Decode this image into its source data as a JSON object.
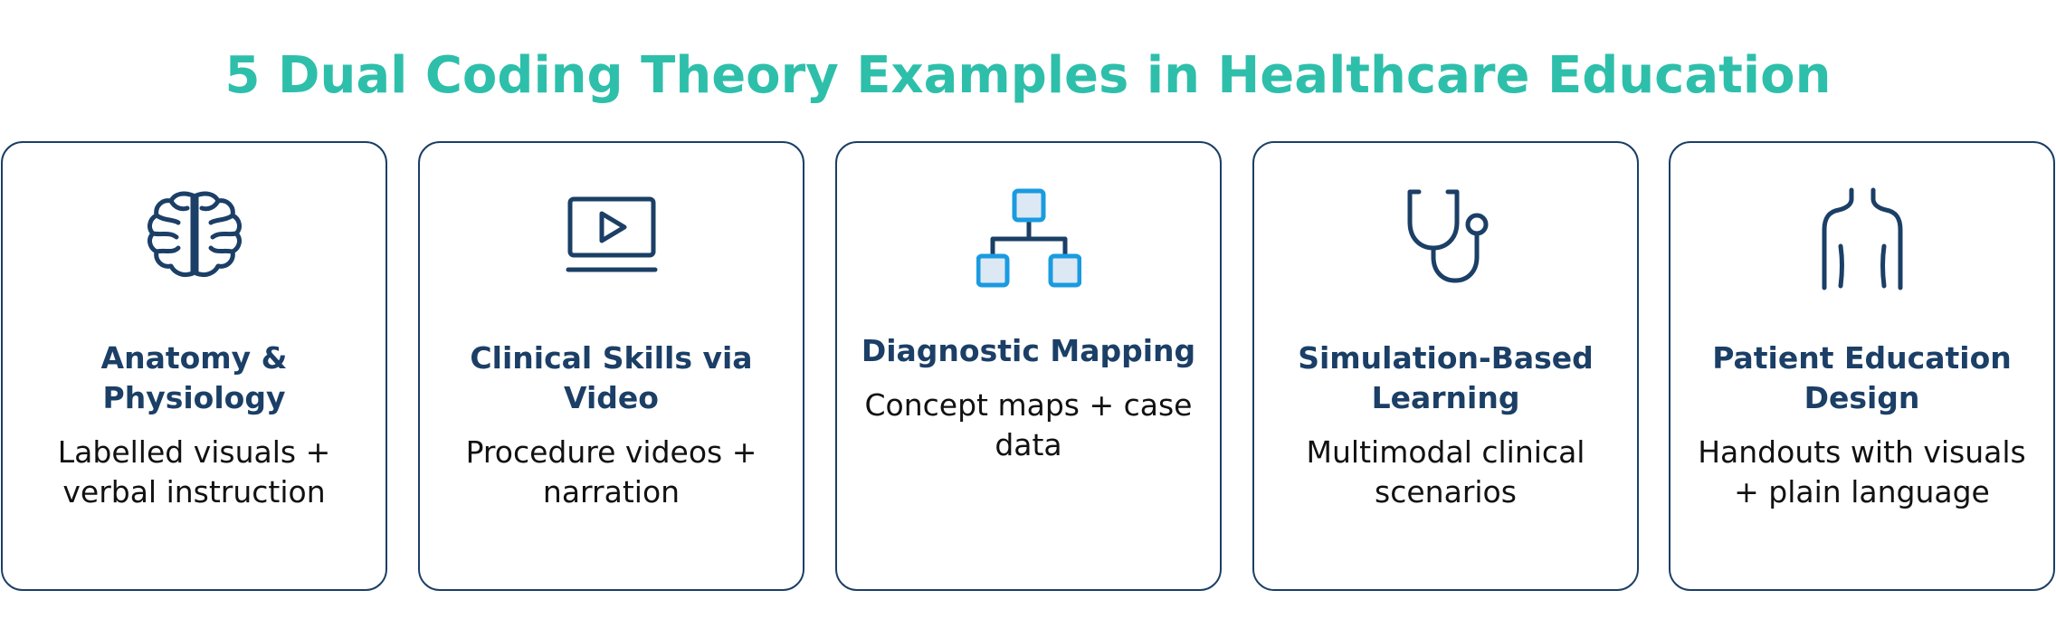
{
  "title": "5 Dual Coding Theory Examples in Healthcare Education",
  "colors": {
    "title": "#2ebfab",
    "navy": "#1b3f66",
    "accent_blue": "#1a9be0",
    "accent_fill": "#dde8f5"
  },
  "cards": [
    {
      "icon": "brain-icon",
      "title": "Anatomy & Physiology",
      "description": "Labelled visuals + verbal instruction"
    },
    {
      "icon": "video-player-icon",
      "title": "Clinical Skills via Video",
      "description": "Procedure videos + narration"
    },
    {
      "icon": "hierarchy-diagram-icon",
      "title": "Diagnostic Mapping",
      "description": "Concept maps + case data"
    },
    {
      "icon": "stethoscope-icon",
      "title": "Simulation-Based Learning",
      "description": "Multimodal clinical scenarios"
    },
    {
      "icon": "human-torso-icon",
      "title": "Patient Education Design",
      "description": "Handouts with visuals + plain language"
    }
  ]
}
